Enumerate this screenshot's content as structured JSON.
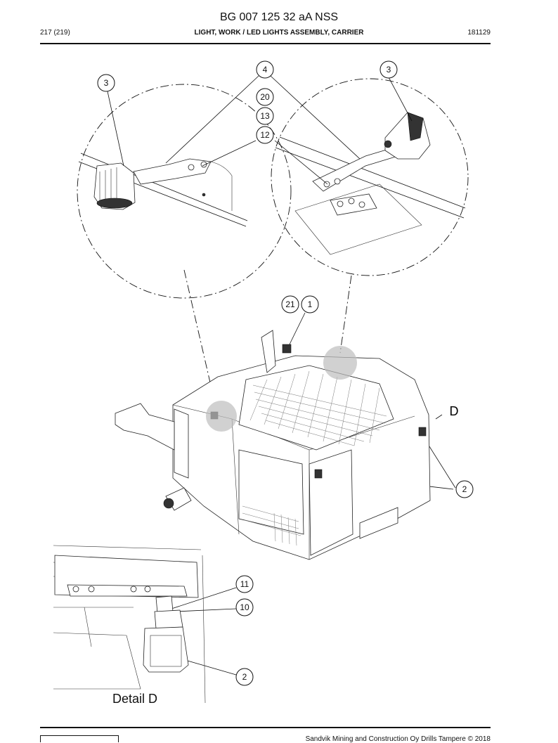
{
  "header": {
    "document_id": "BG 007 125 32 aA NSS",
    "page": "217 (219)",
    "title": "LIGHT, WORK / LED LIGHTS ASSEMBLY, CARRIER",
    "code": "181129"
  },
  "callouts": {
    "c4": "4",
    "c3_right": "3",
    "c3_left": "3",
    "c20": "20",
    "c13": "13",
    "c12": "12",
    "c21": "21",
    "c1": "1",
    "cD": "D",
    "c2_main": "2",
    "c11": "11",
    "c10": "10",
    "c2_detail": "2"
  },
  "detail_label": "Detail D",
  "footer": {
    "copyright": "Sandvik Mining and Construction Oy Drills Tampere © 2018"
  }
}
